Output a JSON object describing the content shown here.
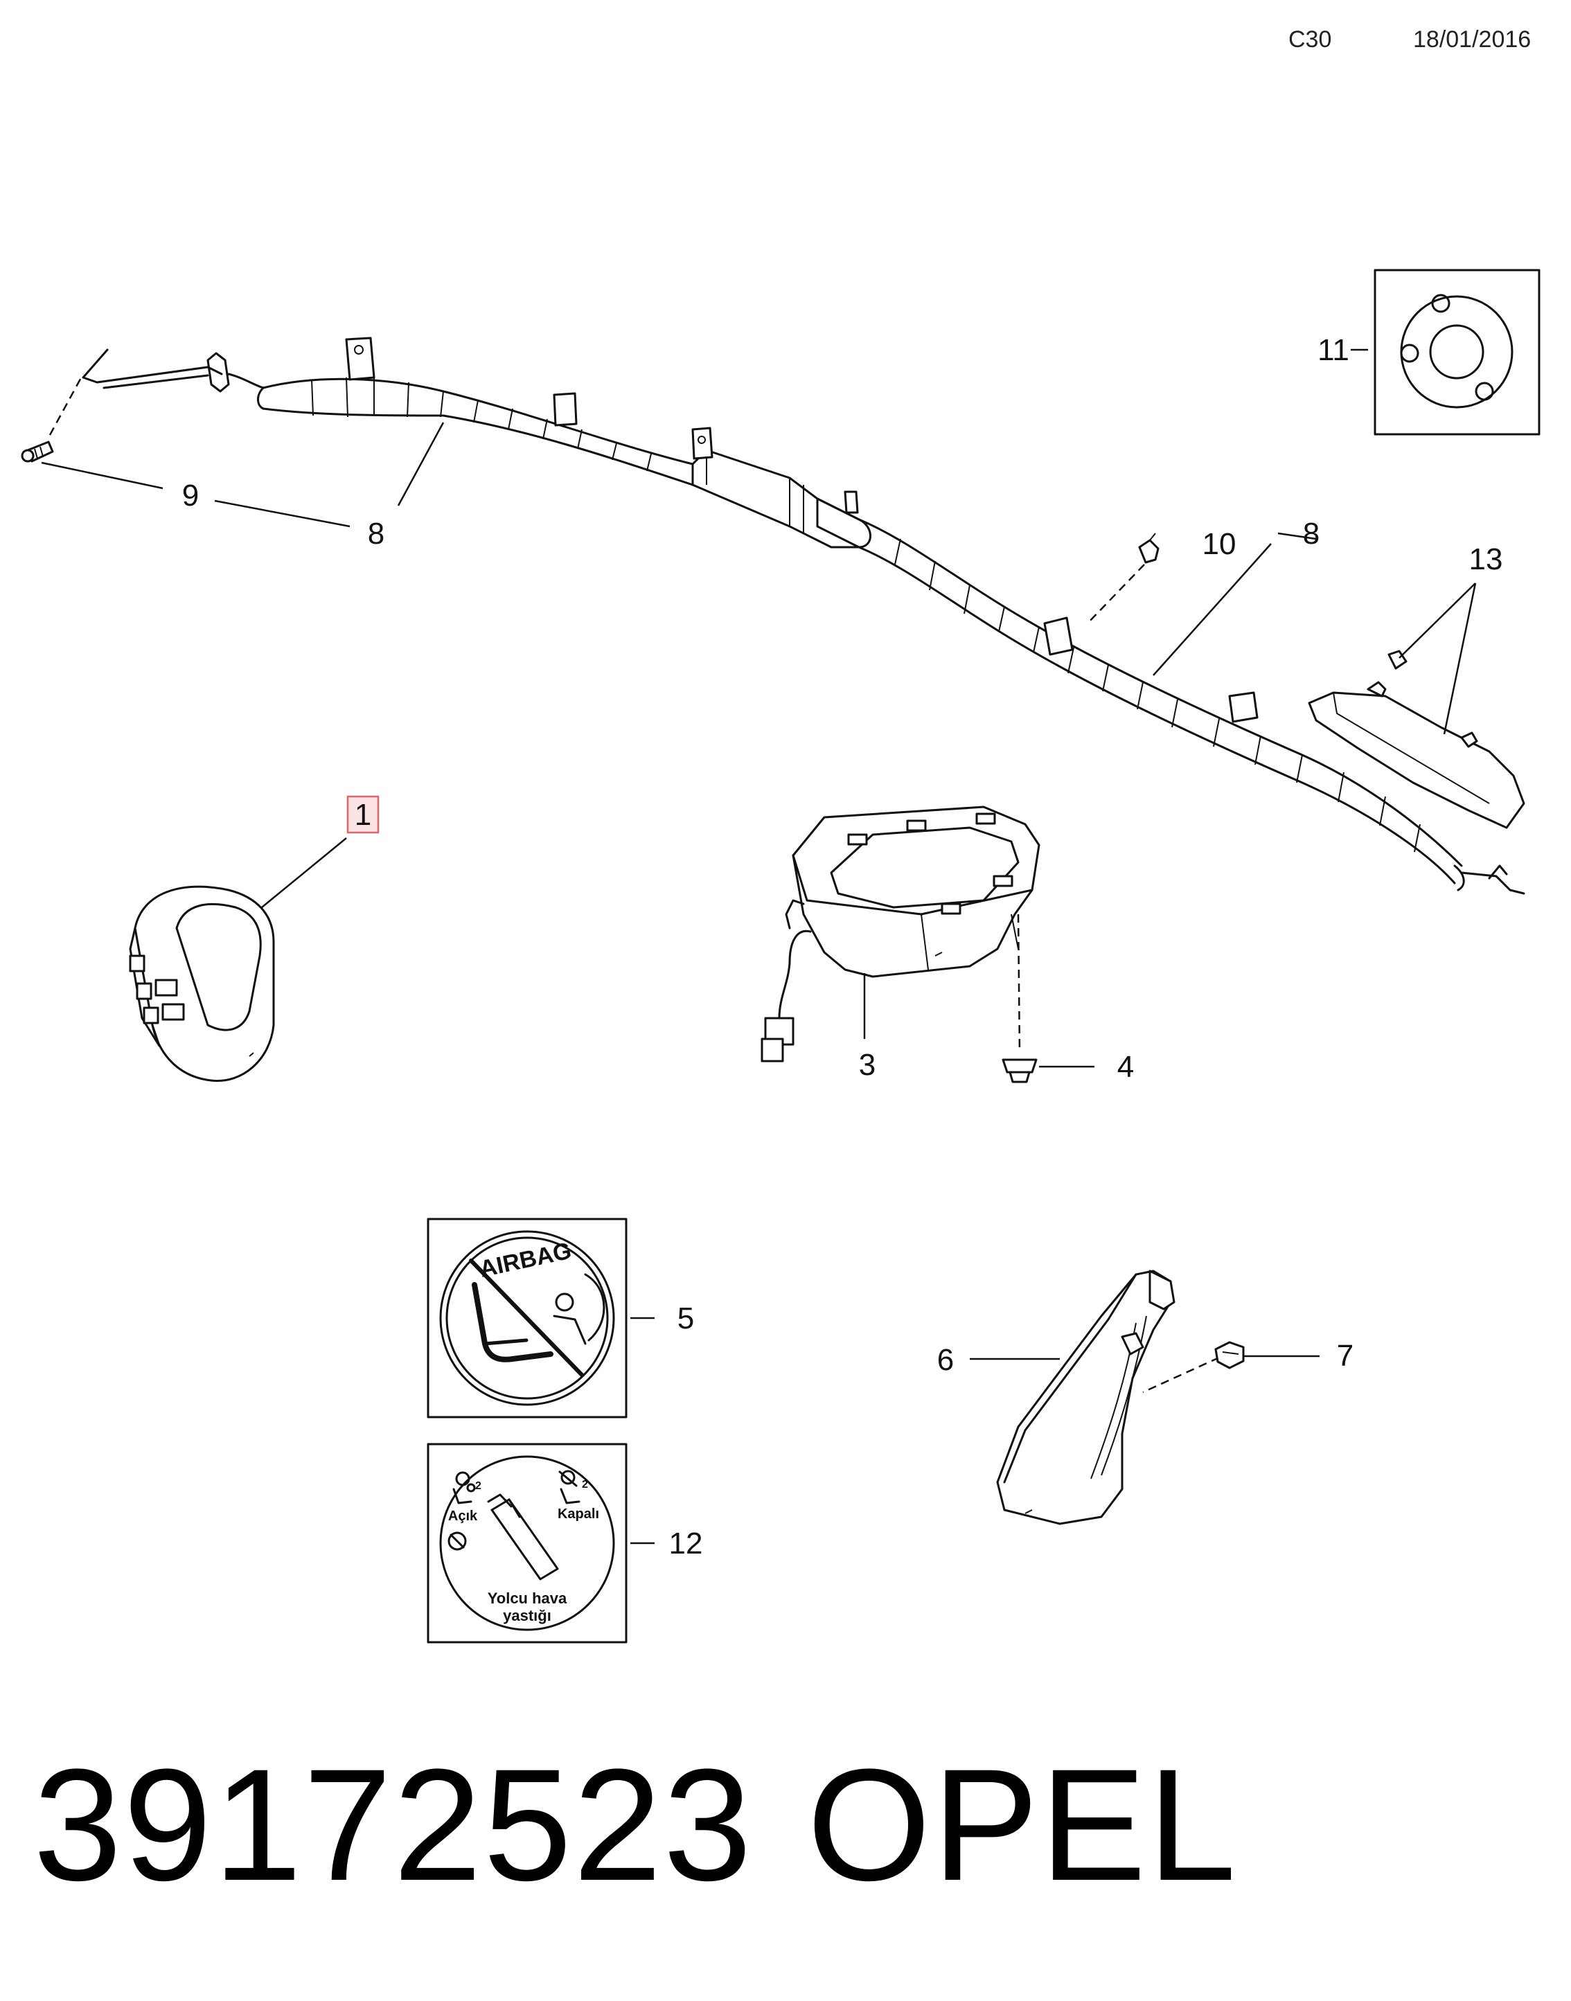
{
  "header": {
    "code": "C30",
    "date": "18/01/2016"
  },
  "callouts": {
    "c1": "1",
    "c3": "3",
    "c4": "4",
    "c5": "5",
    "c6": "6",
    "c7": "7",
    "c8a": "8",
    "c8b": "8",
    "c9": "9",
    "c10": "10",
    "c11": "11",
    "c12": "12",
    "c13": "13"
  },
  "highlighted_callout": "1",
  "label_5": {
    "text": "AIRBAG"
  },
  "label_12": {
    "on": "Açık",
    "off": "Kapalı",
    "num_on": "2",
    "num_off": "2",
    "caption_1": "Yolcu hava",
    "caption_2": "yastığı"
  },
  "footer": {
    "part_number": "39172523",
    "brand": "OPEL"
  },
  "colors": {
    "highlight_fill": "#fde4e4",
    "highlight_stroke": "#e06666"
  }
}
